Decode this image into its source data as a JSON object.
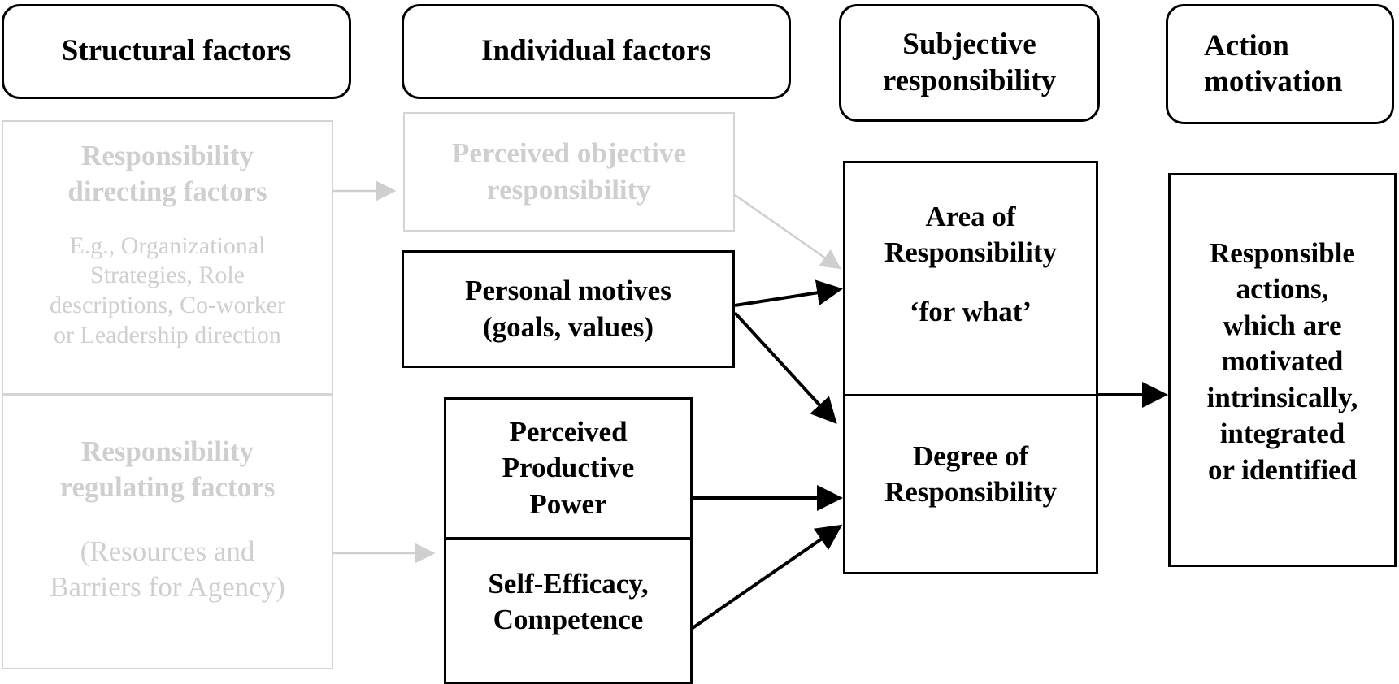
{
  "headers": {
    "structural": "Structural factors",
    "individual": "Individual factors",
    "subjective": [
      "Subjective",
      "responsibility"
    ],
    "action": [
      "Action",
      "motivation"
    ]
  },
  "structural": {
    "directing": {
      "title": [
        "Responsibility",
        "directing factors"
      ],
      "example": [
        "E.g., Organizational",
        "Strategies, Role",
        "descriptions, Co-worker",
        "or Leadership direction"
      ]
    },
    "regulating": {
      "title": [
        "Responsibility",
        "regulating factors"
      ],
      "detail": [
        "(Resources and",
        "Barriers for Agency)"
      ]
    }
  },
  "individual": {
    "perceived_objective": [
      "Perceived objective",
      "responsibility"
    ],
    "personal_motives": [
      "Personal motives",
      "(goals, values)"
    ],
    "productive_power": [
      "Perceived",
      "Productive",
      "Power"
    ],
    "self_efficacy": [
      "Self-Efficacy,",
      "Competence"
    ]
  },
  "subjective": {
    "area": [
      "Area of",
      "Responsibility"
    ],
    "area_note": "‘for what’",
    "degree": [
      "Degree of",
      "Responsibility"
    ]
  },
  "action": {
    "responsible_actions": [
      "Responsible",
      "actions,",
      "which are",
      "motivated",
      "intrinsically,",
      "integrated",
      "or identified"
    ]
  },
  "colors": {
    "active": "#000000",
    "faded": "#c8c8c8",
    "faded_text": "#cfcfcf"
  }
}
